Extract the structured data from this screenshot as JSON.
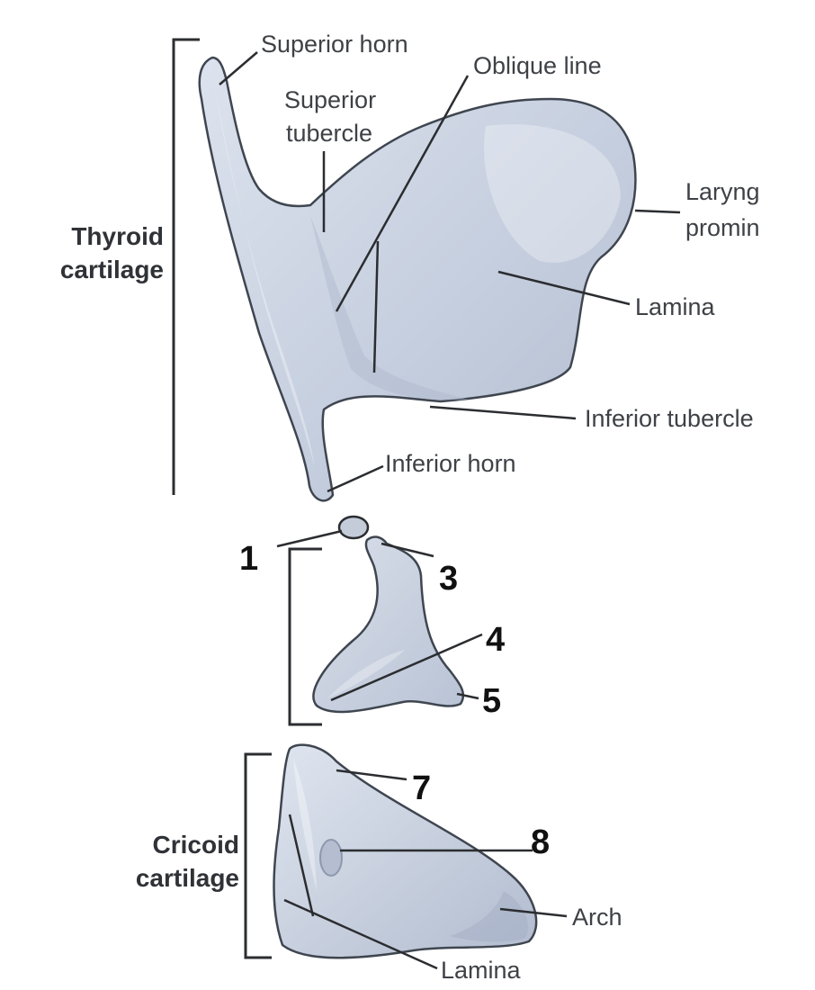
{
  "groups": {
    "thyroid": [
      "Thyroid",
      "cartilage"
    ],
    "cricoid": [
      "Cricoid",
      "cartilage"
    ]
  },
  "labels": {
    "superior_horn": "Superior horn",
    "oblique_line": "Oblique line",
    "superior_tubercle": [
      "Superior",
      "tubercle"
    ],
    "laryngeal_prominence": [
      "Laryng",
      "promin"
    ],
    "lamina_thyroid": "Lamina",
    "inferior_tubercle": "Inferior tubercle",
    "inferior_horn": "Inferior horn",
    "arch": "Arch",
    "lamina_cricoid": "Lamina"
  },
  "numbers": {
    "n1": "1",
    "n3": "3",
    "n4": "4",
    "n5": "5",
    "n7": "7",
    "n8": "8"
  },
  "colors": {
    "cartilage_fill": "#c9d1e0",
    "cartilage_shade": "#a9b4c8",
    "outline": "#3f4650",
    "leader_line": "#2b2d30",
    "label_text": "#3e4146",
    "number_text": "#111111"
  }
}
